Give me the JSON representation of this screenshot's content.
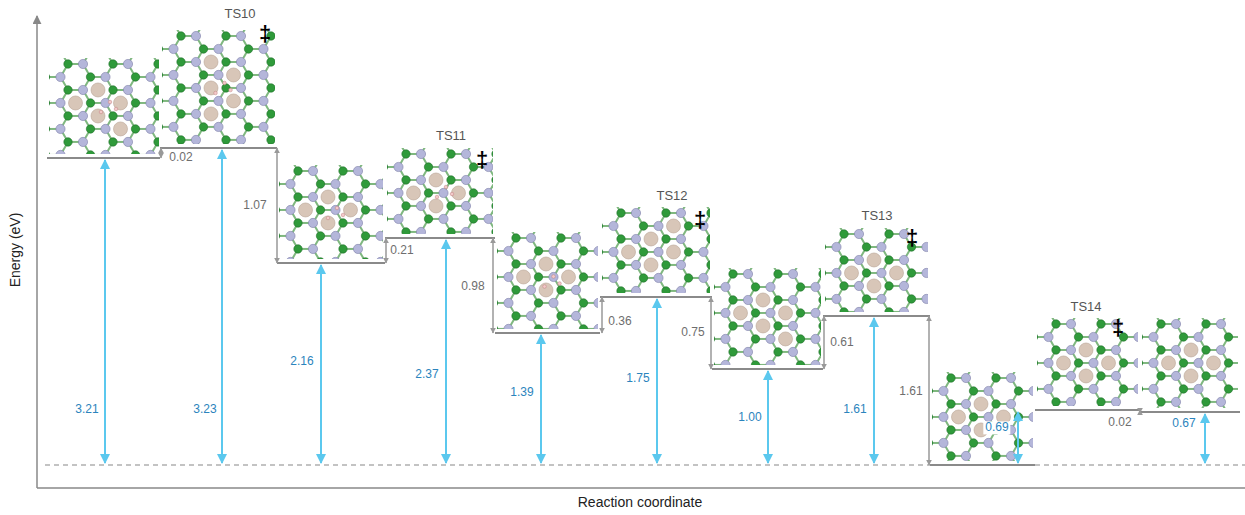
{
  "diagram": {
    "labels": [
      "TS10",
      "‡",
      "0.02",
      "3.21",
      "3.23",
      "1.07",
      "TS11",
      "‡",
      "0.21",
      "2.16",
      "2.37",
      "0.98",
      "TS12",
      "‡",
      "0.36",
      "1.39",
      "1.75",
      "0.75",
      "TS13",
      "‡",
      "0.61",
      "1.00",
      "1.61",
      "1.61",
      "TS14",
      "‡",
      "0.02",
      "0.69",
      "0.67",
      "Energy (eV)",
      "Reaction coordinate"
    ]
  }
}
